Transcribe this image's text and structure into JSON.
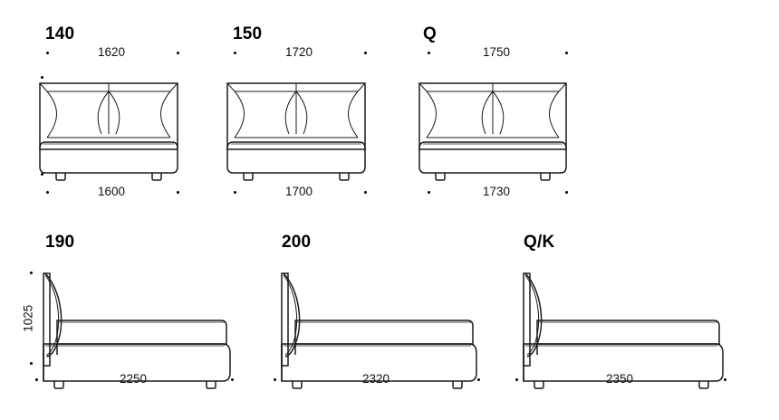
{
  "drawing": {
    "type": "furniture-dimension-drawing",
    "subject": "bed",
    "units_of_measure": "mm",
    "background_color": "#ffffff",
    "line_color": "#1a1a1a"
  },
  "rows": [
    {
      "id": "front-views",
      "view": "front",
      "units": [
        {
          "id": "front-140",
          "model_label": "140",
          "top_dimension": "1620",
          "bottom_dimension": "1600"
        },
        {
          "id": "front-150",
          "model_label": "150",
          "top_dimension": "1720",
          "bottom_dimension": "1700"
        },
        {
          "id": "front-q",
          "model_label": "Q",
          "top_dimension": "1750",
          "bottom_dimension": "1730"
        }
      ]
    },
    {
      "id": "side-views",
      "view": "side",
      "height_dimension": "1025",
      "units": [
        {
          "id": "side-190",
          "model_label": "190",
          "bottom_dimension": "2250"
        },
        {
          "id": "side-200",
          "model_label": "200",
          "bottom_dimension": "2320"
        },
        {
          "id": "side-qk",
          "model_label": "Q/K",
          "bottom_dimension": "2350"
        }
      ]
    }
  ]
}
